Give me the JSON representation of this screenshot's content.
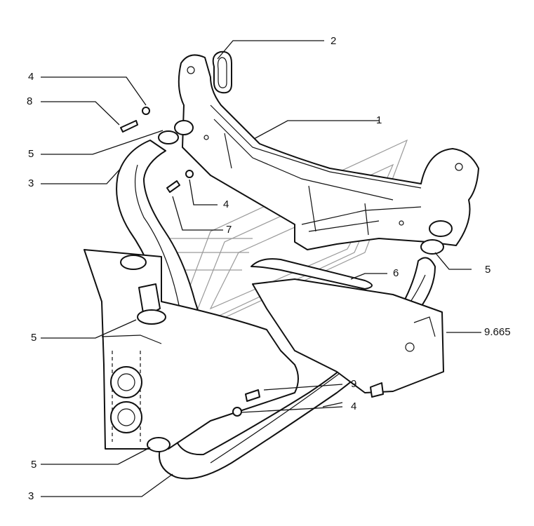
{
  "callouts": [
    {
      "id": "c1",
      "text": "1"
    },
    {
      "id": "c2",
      "text": "2"
    },
    {
      "id": "c3a",
      "text": "3"
    },
    {
      "id": "c3b",
      "text": "3"
    },
    {
      "id": "c4a",
      "text": "4"
    },
    {
      "id": "c4b",
      "text": "4"
    },
    {
      "id": "c4c",
      "text": "4"
    },
    {
      "id": "c5a",
      "text": "5"
    },
    {
      "id": "c5b",
      "text": "5"
    },
    {
      "id": "c5c",
      "text": "5"
    },
    {
      "id": "c5d",
      "text": "5"
    },
    {
      "id": "c6",
      "text": "6"
    },
    {
      "id": "c7",
      "text": "7"
    },
    {
      "id": "c8",
      "text": "8"
    },
    {
      "id": "c9",
      "text": "9"
    },
    {
      "id": "c9665",
      "text": "9.665"
    }
  ]
}
